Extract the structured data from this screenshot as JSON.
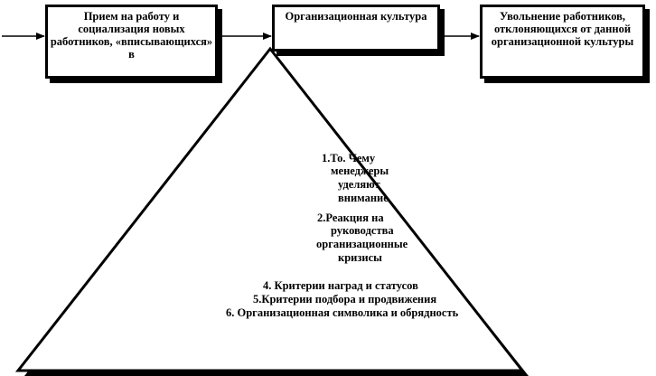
{
  "boxes": {
    "left": "Прием на работу и социализация новых работников, «вписывающихся» в",
    "middle": "Организационная культура",
    "right": "Увольнение работников, отклоняющихся от данной организационной культуры"
  },
  "triangle": {
    "item1": [
      "1.То. Чему",
      "менеджеры",
      "уделяют",
      "внимание"
    ],
    "item2": [
      "2.Реакция на",
      "руководства",
      "организационные",
      "кризисы"
    ],
    "item4": "4.   Критерии наград и статусов",
    "item5": "5.Критерии подбора и продвижения",
    "item6": "6. Организационная  символика и обрядность"
  }
}
